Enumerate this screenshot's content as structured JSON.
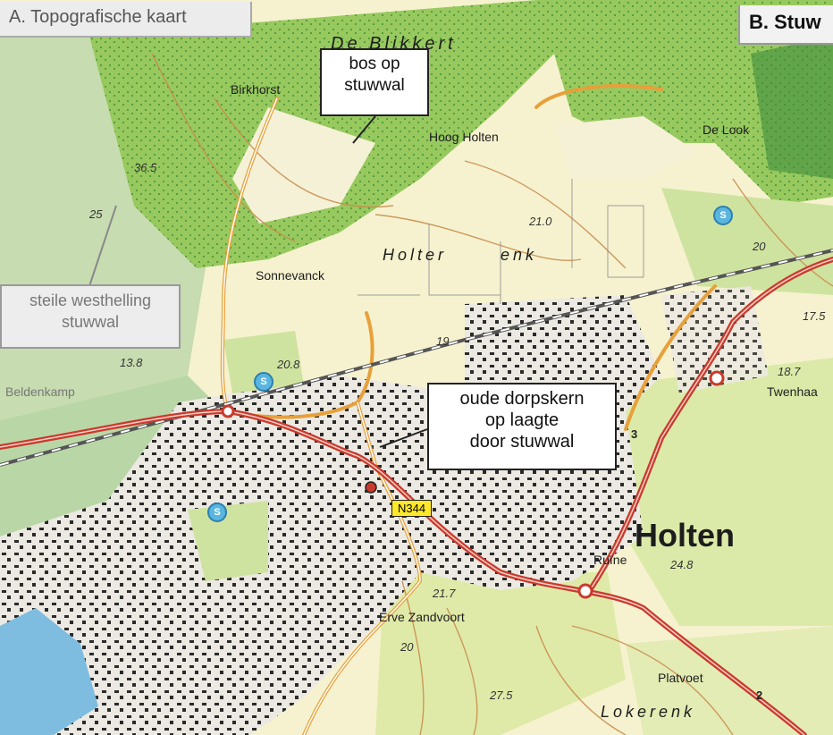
{
  "titles": {
    "left": "A. Topografische kaart",
    "right": "B. Stuw"
  },
  "callouts": {
    "bos": [
      "bos op",
      "stuwwal"
    ],
    "westhelling": [
      "steile westhelling",
      "stuwwal"
    ],
    "dorpskern": [
      "oude dorpskern",
      "op laagte",
      "door stuwwal"
    ]
  },
  "place_names": {
    "de_blikkert": "De Blikkert",
    "birkhorst": "Birkhorst",
    "hoog_holten": "Hoog Holten",
    "de_look": "De Look",
    "sonnevanck": "Sonnevanck",
    "holterenk_holter": "Holter",
    "holterenk_enk": "enk",
    "holten": "Holten",
    "twenhaar": "Twenhaa",
    "ruine": "Ruïne",
    "erve_zandvoort": "Erve Zandvoort",
    "platvoet": "Platvoet",
    "lokerenk": "Lokerenk",
    "beldenkamp": "Beldenkamp"
  },
  "elevations": {
    "e365": "36.5",
    "e210": "21.0",
    "e208": "20.8",
    "e138": "13.8",
    "e187": "18.7",
    "e248": "24.8",
    "e217": "21.7",
    "e175": "17.5",
    "e20a": "20",
    "e20b": "20",
    "e19": "19",
    "e25": "25",
    "e275": "27.5"
  },
  "road_shield": "N344",
  "junction_numbers": {
    "j3": "3",
    "j2": "2"
  },
  "icons": {
    "swimming": "S"
  },
  "colors": {
    "forest": "#8fc25a",
    "forest_dark": "#3f8f3a",
    "urban": "#e7e4df",
    "grass": "#d9e8a6",
    "field": "#f6f2cf",
    "road_main": "#c93a2c",
    "road_secondary": "#e7a03a",
    "railway": "#555555",
    "water": "#7fbde0",
    "contour": "#c78a4a"
  }
}
